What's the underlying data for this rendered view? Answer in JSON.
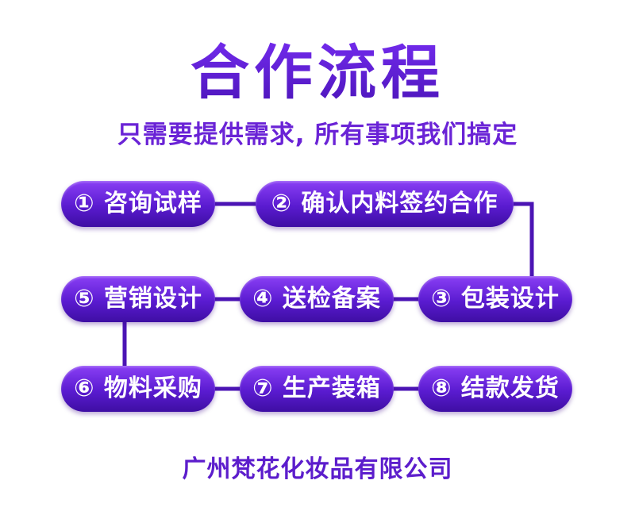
{
  "title": "合作流程",
  "subtitle": "只需要提供需求, 所有事项我们搞定",
  "steps": [
    "① 咨询试样",
    "② 确认内料签约合作",
    "③ 包装设计",
    "④ 送检备案",
    "⑤ 营销设计",
    "⑥ 物料采购",
    "⑦ 生产装箱",
    "⑧ 结款发货"
  ],
  "footer": "广州梵花化妆品有限公司",
  "colors": {
    "primary": "#5a1bd0",
    "gradient_top": "#8a3ff5",
    "gradient_bottom": "#3e0ea3",
    "connector": "#4b14b4",
    "background": "#ffffff"
  }
}
